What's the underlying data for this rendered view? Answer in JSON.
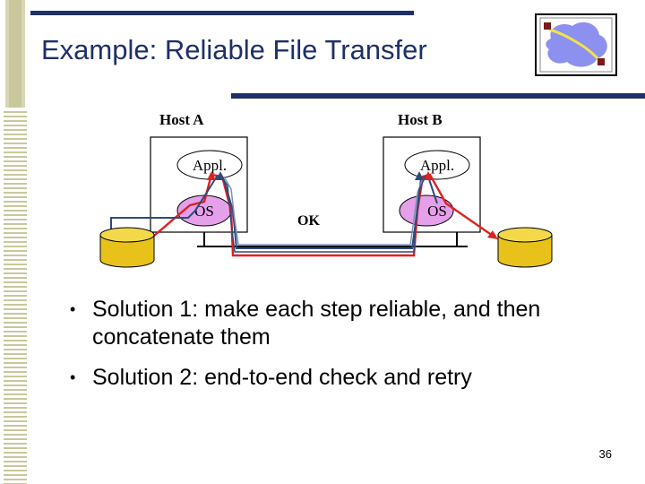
{
  "slide": {
    "title": "Example: Reliable File Transfer",
    "page_number": "36"
  },
  "diagram": {
    "host_a_label": "Host A",
    "host_b_label": "Host B",
    "appl_label": "Appl.",
    "os_label": "OS",
    "ok_label": "OK"
  },
  "bullets": [
    "Solution 1: make each step reliable, and then concatenate them",
    "Solution 2: end-to-end check and retry"
  ],
  "icons": {
    "bullet": "•",
    "logo": "network-cloud-logo-icon",
    "disk": "disk-cylinder-icon"
  },
  "colors": {
    "title": "#1f2f6a",
    "accent_line": "#1f2f6a",
    "red_path": "#e02020",
    "blue_path": "#2f4a7a",
    "disk_fill": "#e8c21a",
    "os_fill": "#e5a0ea",
    "logo_cloud": "#8c90ef"
  }
}
